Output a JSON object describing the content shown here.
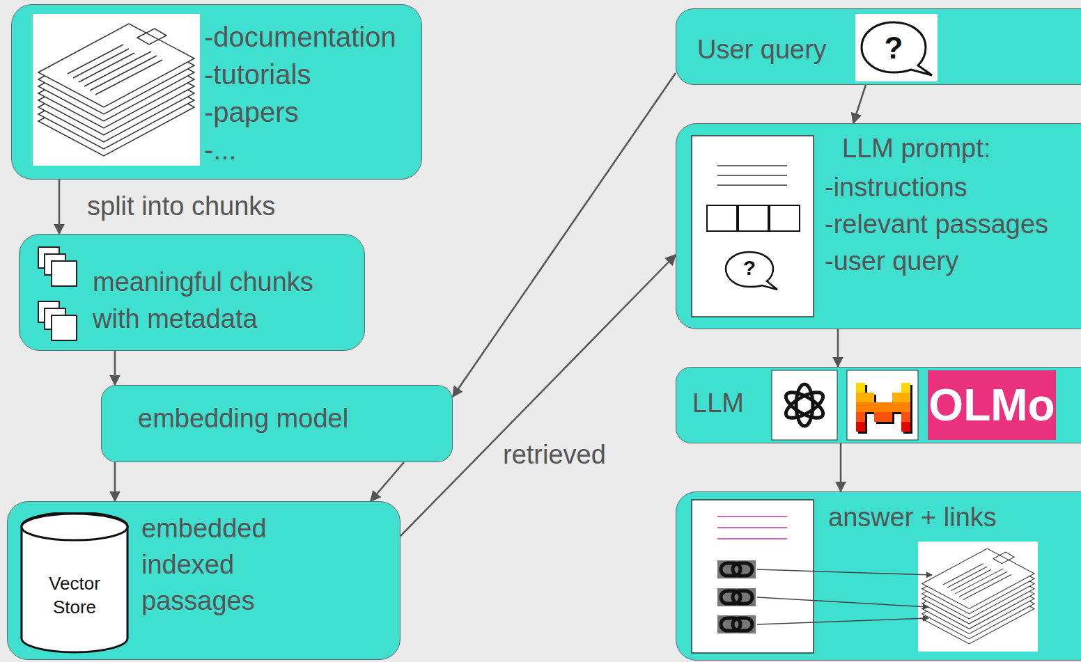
{
  "diagram": {
    "nodes": [
      {
        "text": [
          "-documentation",
          "-tutorials",
          "-papers",
          "-..."
        ]
      },
      {
        "text": [
          "meaningful chunks with metadata"
        ]
      },
      {
        "text": [
          "embedding model"
        ]
      },
      {
        "text": [
          "embedded indexed passages"
        ]
      },
      {
        "text": [
          "Vector Store"
        ],
        "in": 3
      },
      {
        "text": [
          "User query"
        ]
      },
      {
        "text": [
          "LLM prompt:",
          "-instructions",
          "-relevant passages",
          "-user query"
        ]
      },
      {
        "text": [
          "LLM"
        ]
      },
      {
        "text": [
          "answer + links"
        ]
      }
    ],
    "edges": [
      {
        "from": 0,
        "to": 1,
        "label": "split into chunks",
        "arrow": "to"
      },
      {
        "from": 1,
        "to": 2,
        "arrow": "to"
      },
      {
        "from": 2,
        "to": 3,
        "arrow": "to"
      },
      {
        "from": 5,
        "to": 2,
        "arrow": "to"
      },
      {
        "from": 2,
        "to": 3,
        "arrow": "to"
      },
      {
        "from": 3,
        "to": 6,
        "label": "retrieved",
        "arrow": "to"
      },
      {
        "from": 5,
        "to": 6,
        "arrow": "to"
      },
      {
        "from": 6,
        "to": 7,
        "arrow": "to"
      },
      {
        "from": 7,
        "to": 8,
        "arrow": "to"
      }
    ],
    "labels": [
      "?",
      "?",
      "OLMo"
    ]
  }
}
